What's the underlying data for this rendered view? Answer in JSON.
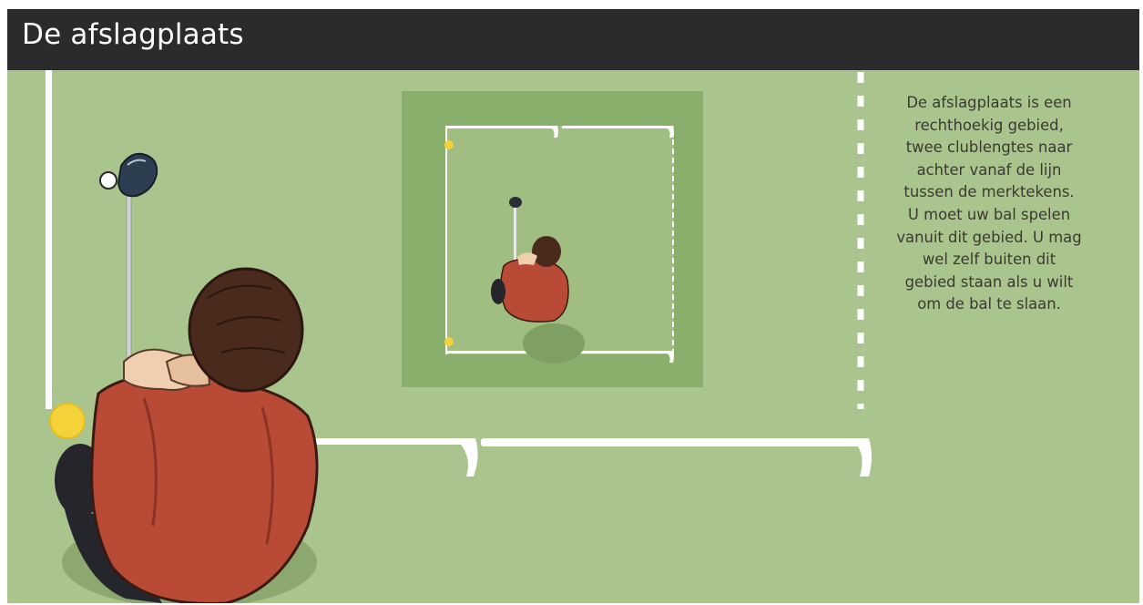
{
  "title": "De afslagplaats",
  "caption_lines": [
    "De afslagplaats is een",
    "rechthoekig gebied,",
    "twee clublengtes naar",
    "achter vanaf de lijn",
    "tussen de merktekens.",
    "U moet uw bal spelen",
    "vanuit dit gebied. U mag",
    "wel zelf buiten dit",
    "gebied staan als u wilt",
    "om de bal te slaan."
  ],
  "colors": {
    "title_bar": "#2b2b2b",
    "title_text": "#ffffff",
    "grass": "#a9c48c",
    "inset_outer": "#8aae6c",
    "inset_inner": "#a0bd82",
    "line": "#ffffff",
    "tee_marker": "#f3d23a",
    "shirt": "#b84a36",
    "hair": "#4a2a1c",
    "caption_text": "#3a3a32"
  },
  "icons": [
    "golfer-figure",
    "golf-club-driver",
    "golf-ball",
    "tee-marker"
  ]
}
